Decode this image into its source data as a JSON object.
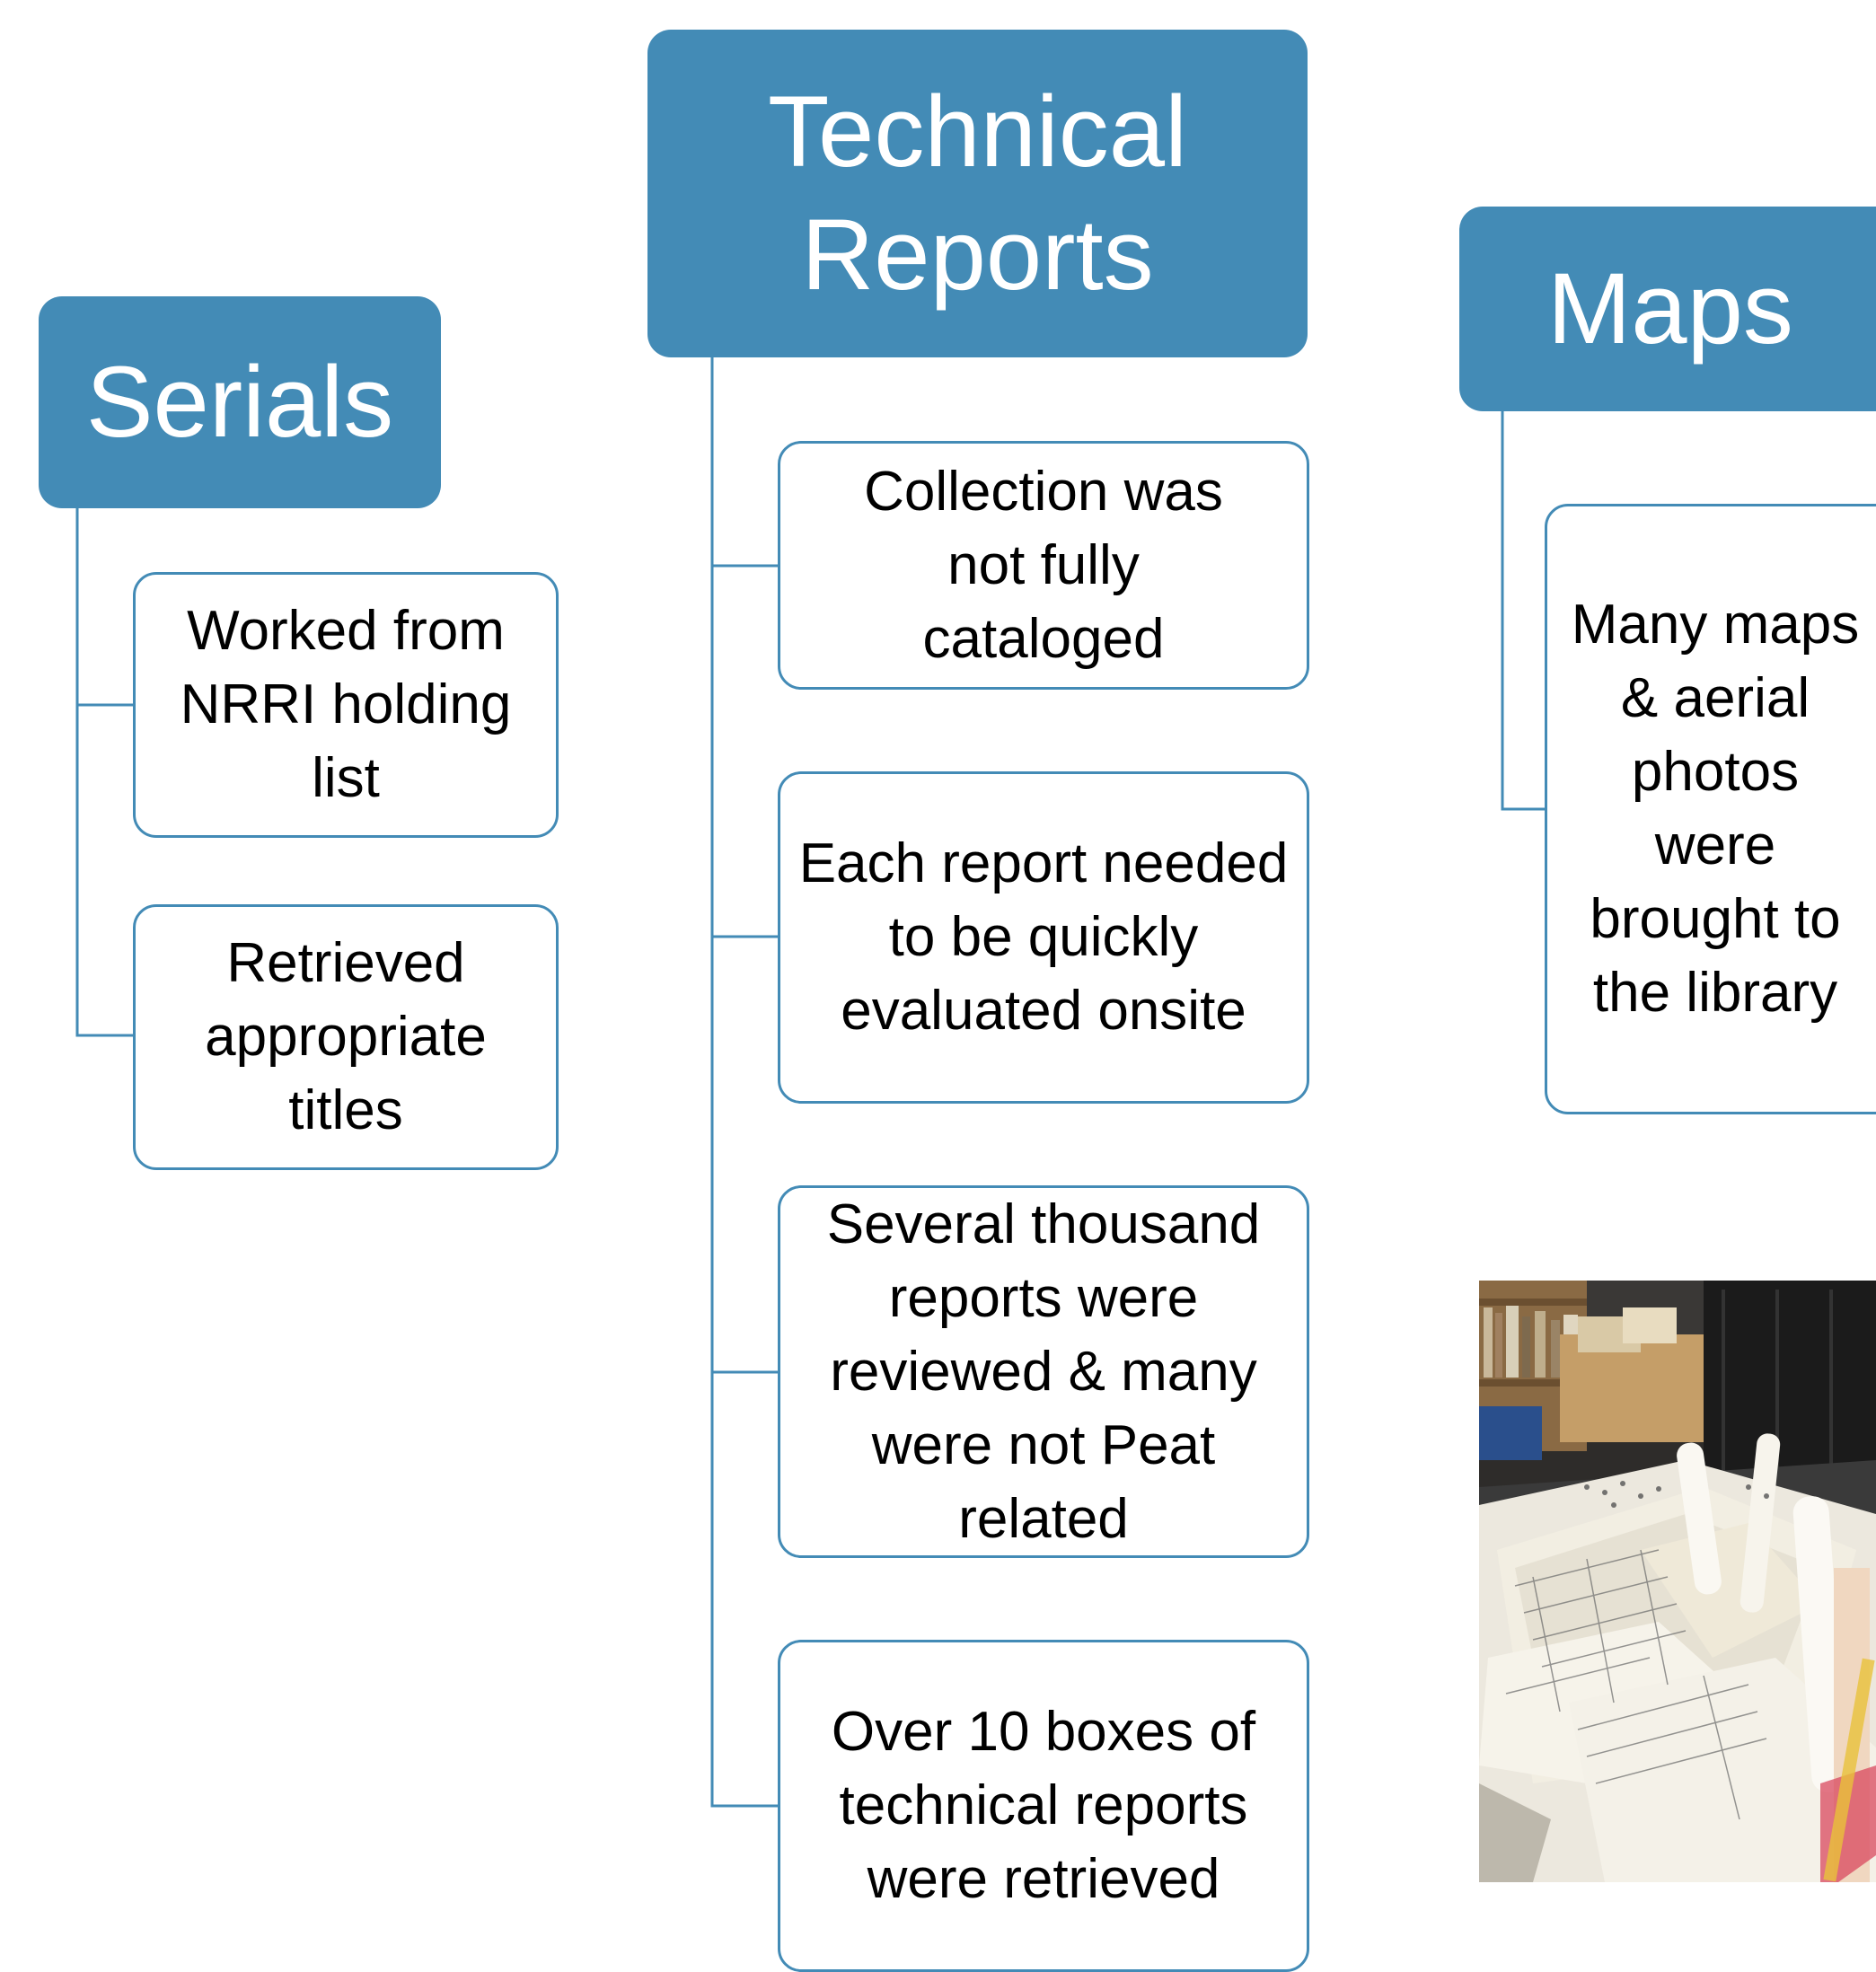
{
  "colors": {
    "accent": "#438bb6",
    "text": "#000000",
    "background": "#ffffff"
  },
  "columns": [
    {
      "title": "Serials",
      "items": [
        "Worked from NRRI holding list",
        "Retrieved appropriate titles"
      ]
    },
    {
      "title": "Technical Reports",
      "items": [
        "Collection was not fully cataloged",
        "Each report needed to be quickly evaluated onsite",
        "Several thousand reports were reviewed & many were not Peat related",
        "Over 10 boxes of technical reports were retrieved"
      ]
    },
    {
      "title": "Maps",
      "items": [
        "Many maps & aerial photos were brought to the library"
      ]
    }
  ]
}
